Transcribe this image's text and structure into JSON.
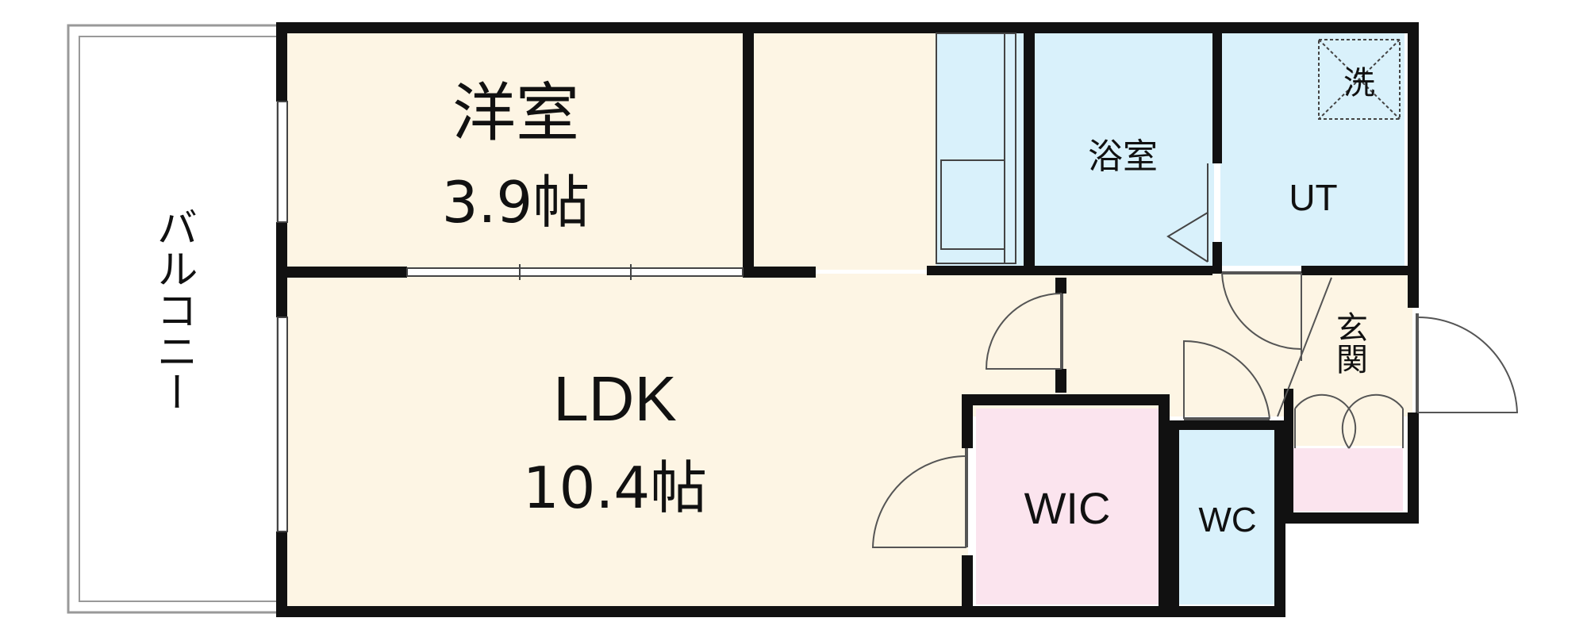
{
  "colors": {
    "room_beige": "#fdf5e4",
    "room_blue": "#d9f1fb",
    "room_pink": "#fbe4ee",
    "wall": "#111111",
    "balcony": "#ffffff"
  },
  "rooms": {
    "western_room": {
      "name": "洋室",
      "size": "3.9帖"
    },
    "ldk": {
      "name": "LDK",
      "size": "10.4帖"
    },
    "bathroom": {
      "name": "浴室"
    },
    "utility": {
      "name": "UT",
      "washer": "洗"
    },
    "entrance": {
      "name": "玄関"
    },
    "walk_in_closet": {
      "name": "WIC"
    },
    "toilet": {
      "name": "WC"
    },
    "balcony": {
      "name": "バルコニー"
    }
  }
}
